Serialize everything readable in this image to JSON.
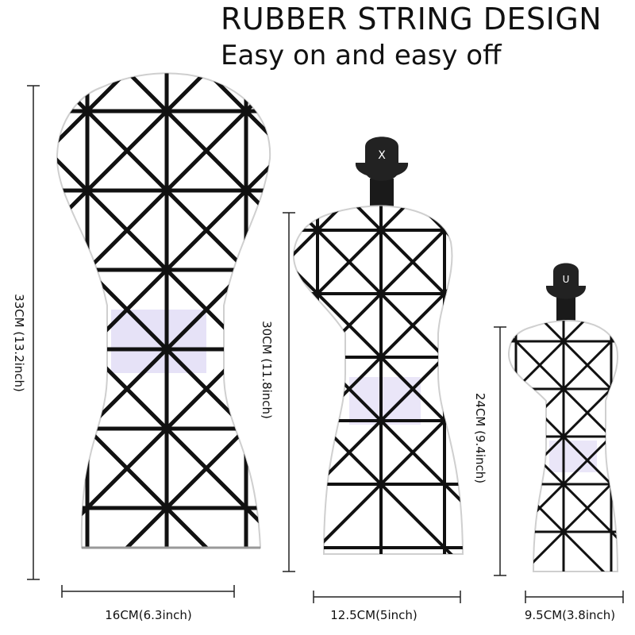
{
  "header": {
    "title": "RUBBER STRING DESIGN",
    "subtitle": "Easy on and easy off"
  },
  "covers": [
    {
      "name": "large-cover",
      "height_label": "33CM (13.2inch)",
      "width_label": "16CM(6.3inch)",
      "tag_letter": ""
    },
    {
      "name": "medium-cover",
      "height_label": "30CM (11.8inch)",
      "width_label": "12.5CM(5inch)",
      "tag_letter": "X"
    },
    {
      "name": "small-cover",
      "height_label": "24CM (9.4inch)",
      "width_label": "9.5CM(3.8inch)",
      "tag_letter": "U"
    }
  ],
  "colors": {
    "cover": "#ffffff",
    "line": "#111111",
    "shine": "#d9d4f2"
  }
}
